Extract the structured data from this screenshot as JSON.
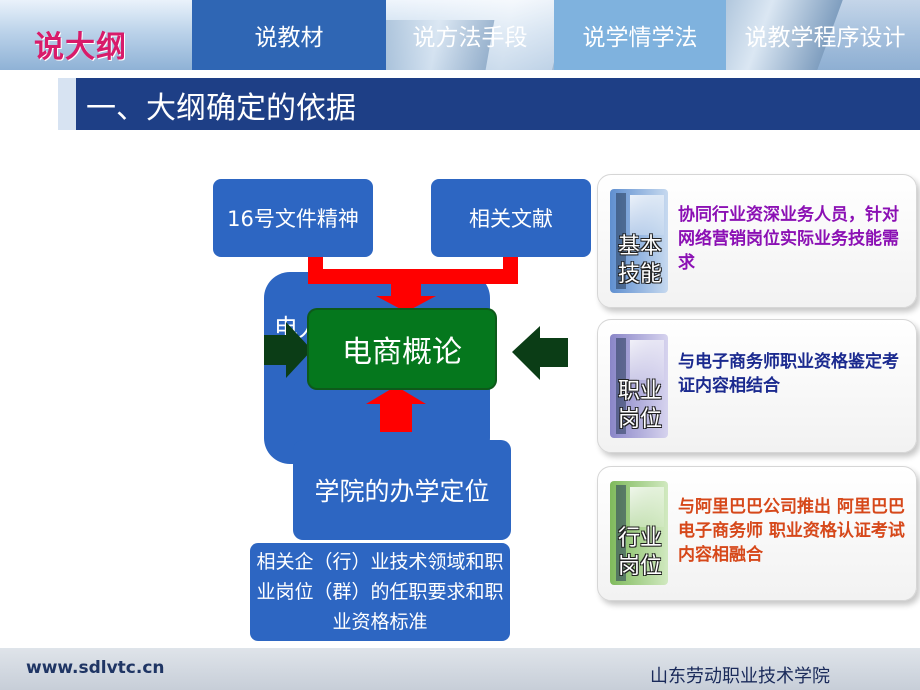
{
  "header": {
    "logo_title": "说大纲",
    "tabs": [
      {
        "label": "说教材"
      },
      {
        "label": "说方法手段"
      },
      {
        "label": "说学情学法"
      },
      {
        "label": "说教学程序设计"
      }
    ]
  },
  "section_title": "一、大纲确定的依据",
  "diagram": {
    "top_left": "16号文件精神",
    "top_right": "相关文献",
    "center": "电商概论",
    "hidden_back_text": "电人",
    "school_position": "学院的办学定位",
    "requirements": "相关企（行）业技术领域和职业岗位（群）的任职要求和职业资格标准"
  },
  "cards": [
    {
      "label": "基本技能",
      "text": "协同行业资深业务人员，针对网络营销岗位实际业务技能需求",
      "color": "#8b10b4"
    },
    {
      "label": "职业岗位",
      "text": "与电子商务师职业资格鉴定考证内容相结合",
      "color": "#1b2a8f"
    },
    {
      "label": "行业岗位",
      "text": "与阿里巴巴公司推出 阿里巴巴电子商务师 职业资格认证考试内容相融合",
      "color": "#d6481a"
    }
  ],
  "footer": {
    "url": "www.sdlvtc.cn",
    "school": "山东劳动职业技术学院"
  },
  "colors": {
    "title_bar": "#1e3f86",
    "block_blue": "#2d66c2",
    "center_green": "#05771d",
    "arrow_red": "#ff0000",
    "arrow_dark_green": "#0b3d16"
  }
}
